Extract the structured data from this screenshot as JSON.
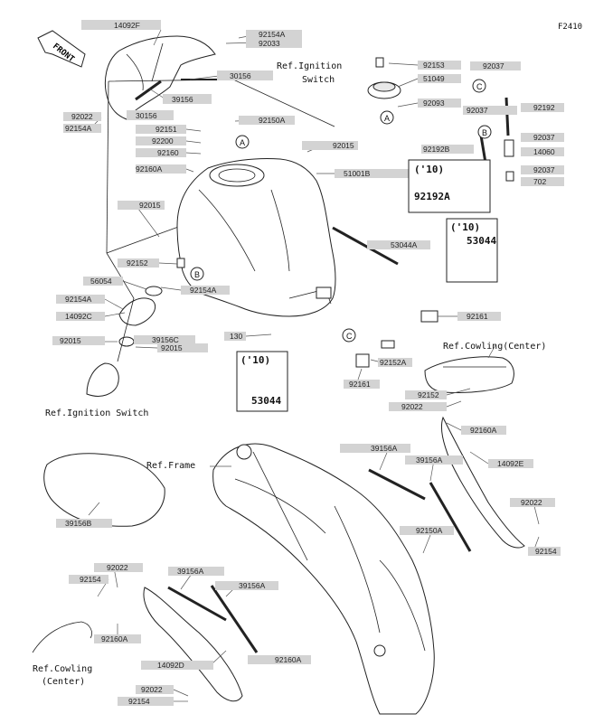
{
  "figure_code": "F2410",
  "front_label": "FRONT",
  "part_labels": [
    {
      "text": "14092F"
    },
    {
      "text": "92154A"
    },
    {
      "text": "92033"
    },
    {
      "text": "30156"
    },
    {
      "text": "39156"
    },
    {
      "text": "30156"
    },
    {
      "text": "92022"
    },
    {
      "text": "92154A"
    },
    {
      "text": "92151"
    },
    {
      "text": "92200"
    },
    {
      "text": "92160"
    },
    {
      "text": "92160A"
    },
    {
      "text": "92150A"
    },
    {
      "text": "92153"
    },
    {
      "text": "51049"
    },
    {
      "text": "92093"
    },
    {
      "text": "92037"
    },
    {
      "text": "92192"
    },
    {
      "text": "92037"
    },
    {
      "text": "92037"
    },
    {
      "text": "92192B"
    },
    {
      "text": "14060"
    },
    {
      "text": "92037"
    },
    {
      "text": "702"
    },
    {
      "text": "92015"
    },
    {
      "text": "51001B"
    },
    {
      "text": "92015"
    },
    {
      "text": "53044A"
    },
    {
      "text": "92152"
    },
    {
      "text": "56054"
    },
    {
      "text": "92154A"
    },
    {
      "text": "92154A"
    },
    {
      "text": "14092C"
    },
    {
      "text": "39156C"
    },
    {
      "text": "92015"
    },
    {
      "text": "92015"
    },
    {
      "text": "92161"
    },
    {
      "text": "130"
    },
    {
      "text": "92152A"
    },
    {
      "text": "92161"
    },
    {
      "text": "92152"
    },
    {
      "text": "92022"
    },
    {
      "text": "92160A"
    },
    {
      "text": "39156A"
    },
    {
      "text": "39156A"
    },
    {
      "text": "14092E"
    },
    {
      "text": "39156B"
    },
    {
      "text": "92022"
    },
    {
      "text": "92150A"
    },
    {
      "text": "92154"
    },
    {
      "text": "92022"
    },
    {
      "text": "92154"
    },
    {
      "text": "39156A"
    },
    {
      "text": "39156A"
    },
    {
      "text": "92160A"
    },
    {
      "text": "92160A"
    },
    {
      "text": "14092D"
    },
    {
      "text": "92022"
    },
    {
      "text": "92154"
    }
  ],
  "ref_labels": [
    {
      "text": "Ref.Ignition"
    },
    {
      "text": "Switch"
    },
    {
      "text": "Ref.Ignition Switch"
    },
    {
      "text": "Ref.Cowling(Center)"
    },
    {
      "text": "Ref.Frame"
    },
    {
      "text": "Ref.Cowling"
    },
    {
      "text": "(Center)"
    }
  ],
  "callouts": [
    {
      "text": "A"
    },
    {
      "text": "A"
    },
    {
      "text": "B"
    },
    {
      "text": "B"
    },
    {
      "text": "C"
    },
    {
      "text": "C"
    }
  ],
  "option_boxes": [
    {
      "year": "('10)",
      "part": "92192A"
    },
    {
      "year": "('10)",
      "part": "53044"
    },
    {
      "year": "('10)",
      "part": "53044"
    }
  ]
}
